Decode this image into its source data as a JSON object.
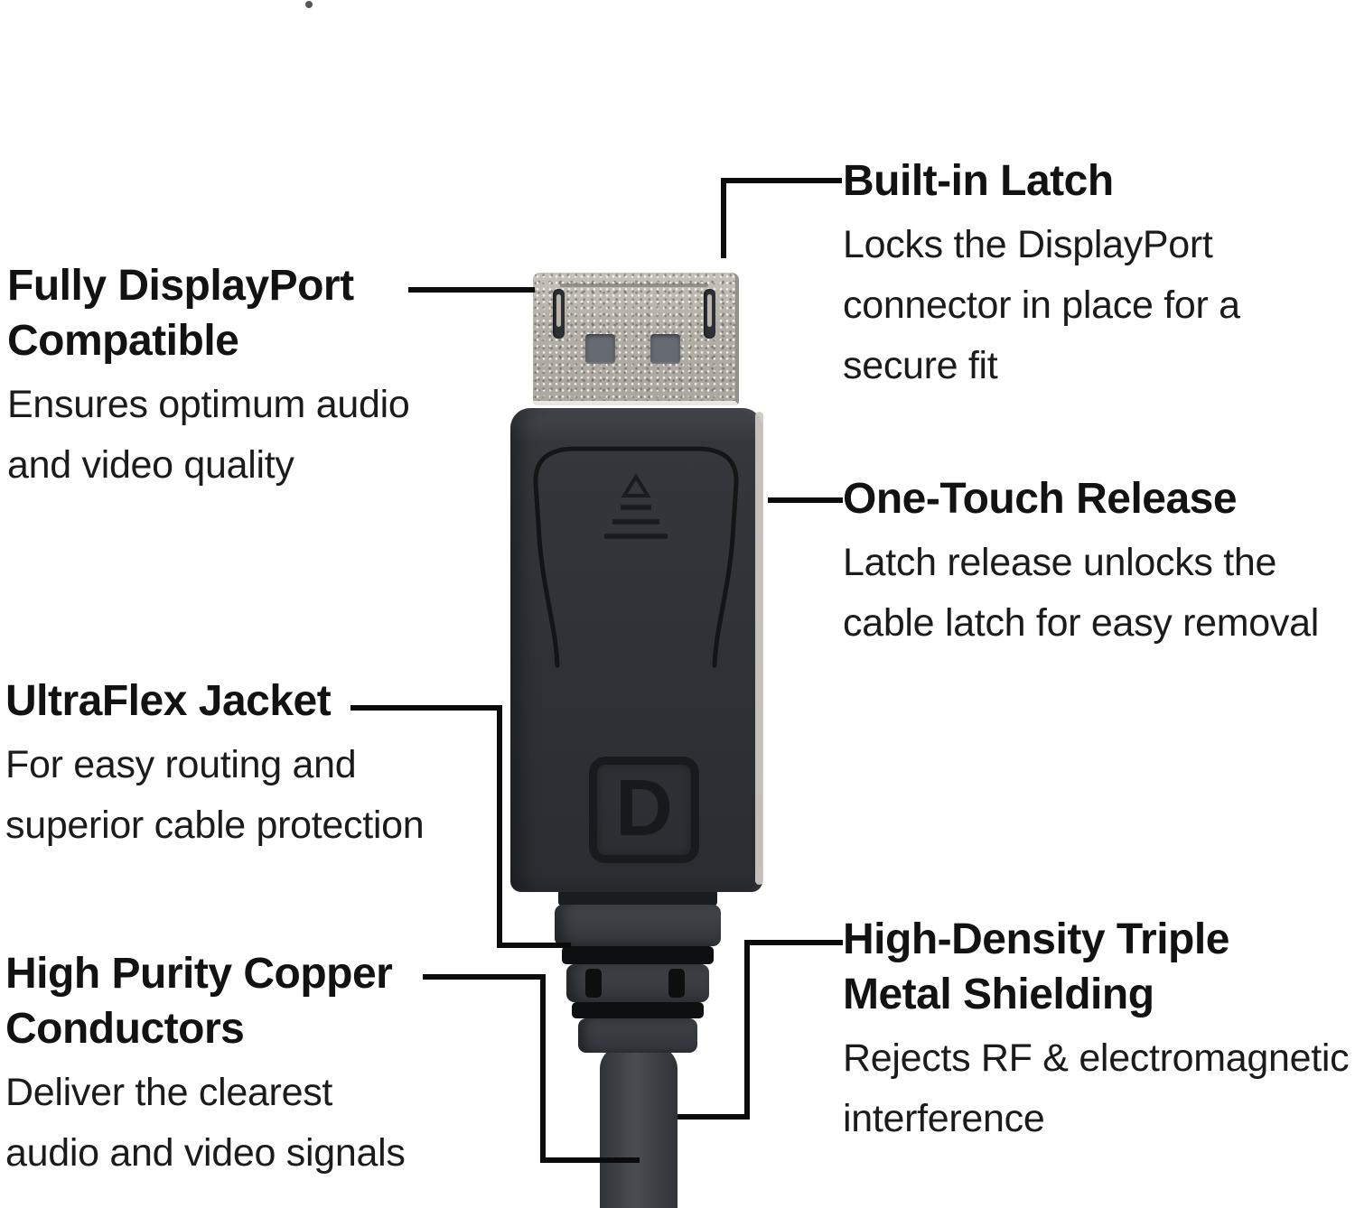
{
  "diagram": {
    "subject": "DisplayPort cable connector",
    "logo_letter": "D"
  },
  "callouts": {
    "fully_compatible": {
      "title": "Fully DisplayPort\nCompatible",
      "description": "Ensures optimum audio\nand video quality"
    },
    "built_in_latch": {
      "title": "Built-in Latch",
      "description": "Locks the DisplayPort\nconnector in place for a\nsecure fit"
    },
    "one_touch_release": {
      "title": "One-Touch Release",
      "description": "Latch release unlocks the\ncable latch for easy removal"
    },
    "ultraflex_jacket": {
      "title": "UltraFlex Jacket",
      "description": "For easy routing and\nsuperior cable protection"
    },
    "copper_conductors": {
      "title": "High Purity Copper\nConductors",
      "description": "Deliver the clearest\naudio and video signals"
    },
    "metal_shielding": {
      "title": "High-Density Triple\nMetal Shielding",
      "description": "Rejects RF & electromagnetic\ninterference"
    }
  },
  "colors": {
    "background": "#ffffff",
    "text": "#151515",
    "leader_line": "#0b0b0b",
    "metal_shell": "#b5b1a9",
    "plug_body": "#2e3236",
    "cable": "#3c4044"
  }
}
